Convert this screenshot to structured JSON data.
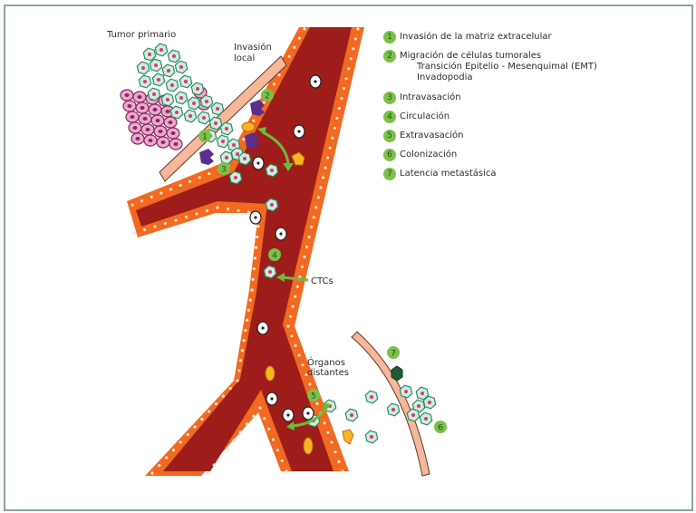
{
  "diagram": {
    "title_labels": {
      "primary_tumor": "Tumor primario",
      "local_invasion_line1": "Invasión",
      "local_invasion_line2": "local",
      "ctcs": "CTCs",
      "distant_organs_line1": "Órganos",
      "distant_organs_line2": "distantes"
    },
    "step_markers": [
      "1",
      "2",
      "3",
      "4",
      "5",
      "6",
      "7"
    ],
    "colors": {
      "vessel_lumen": "#9e1d1a",
      "endothelium": "#f26a21",
      "basement_membrane": "#f7b79a",
      "tumor_cell_fill": "#cdeedd",
      "tumor_cell_stroke": "#2f8a65",
      "tumor_nucleus": "#e2337a",
      "epithelial_cell_fill": "#f2a6cc",
      "epithelial_cell_stroke": "#7b2e63",
      "macrophage": "#5b2d8e",
      "platelet": "#f6b523",
      "step_marker": "#7cc04a",
      "dormant_cell": "#1f5a35",
      "arrow": "#6cbb3c"
    }
  },
  "legend": {
    "items": [
      {
        "num": "1",
        "label": "Invasión de la matriz extracelular"
      },
      {
        "num": "2",
        "label": "Migración de células tumorales",
        "sub": [
          "Transición Epitelio - Mesenquimal  (EMT)",
          "Invadopodia"
        ]
      },
      {
        "num": "3",
        "label": "Intravasación"
      },
      {
        "num": "4",
        "label": "Circulación"
      },
      {
        "num": "5",
        "label": "Extravasación"
      },
      {
        "num": "6",
        "label": "Colonización"
      },
      {
        "num": "7",
        "label": "Latencia metastásica"
      }
    ]
  }
}
